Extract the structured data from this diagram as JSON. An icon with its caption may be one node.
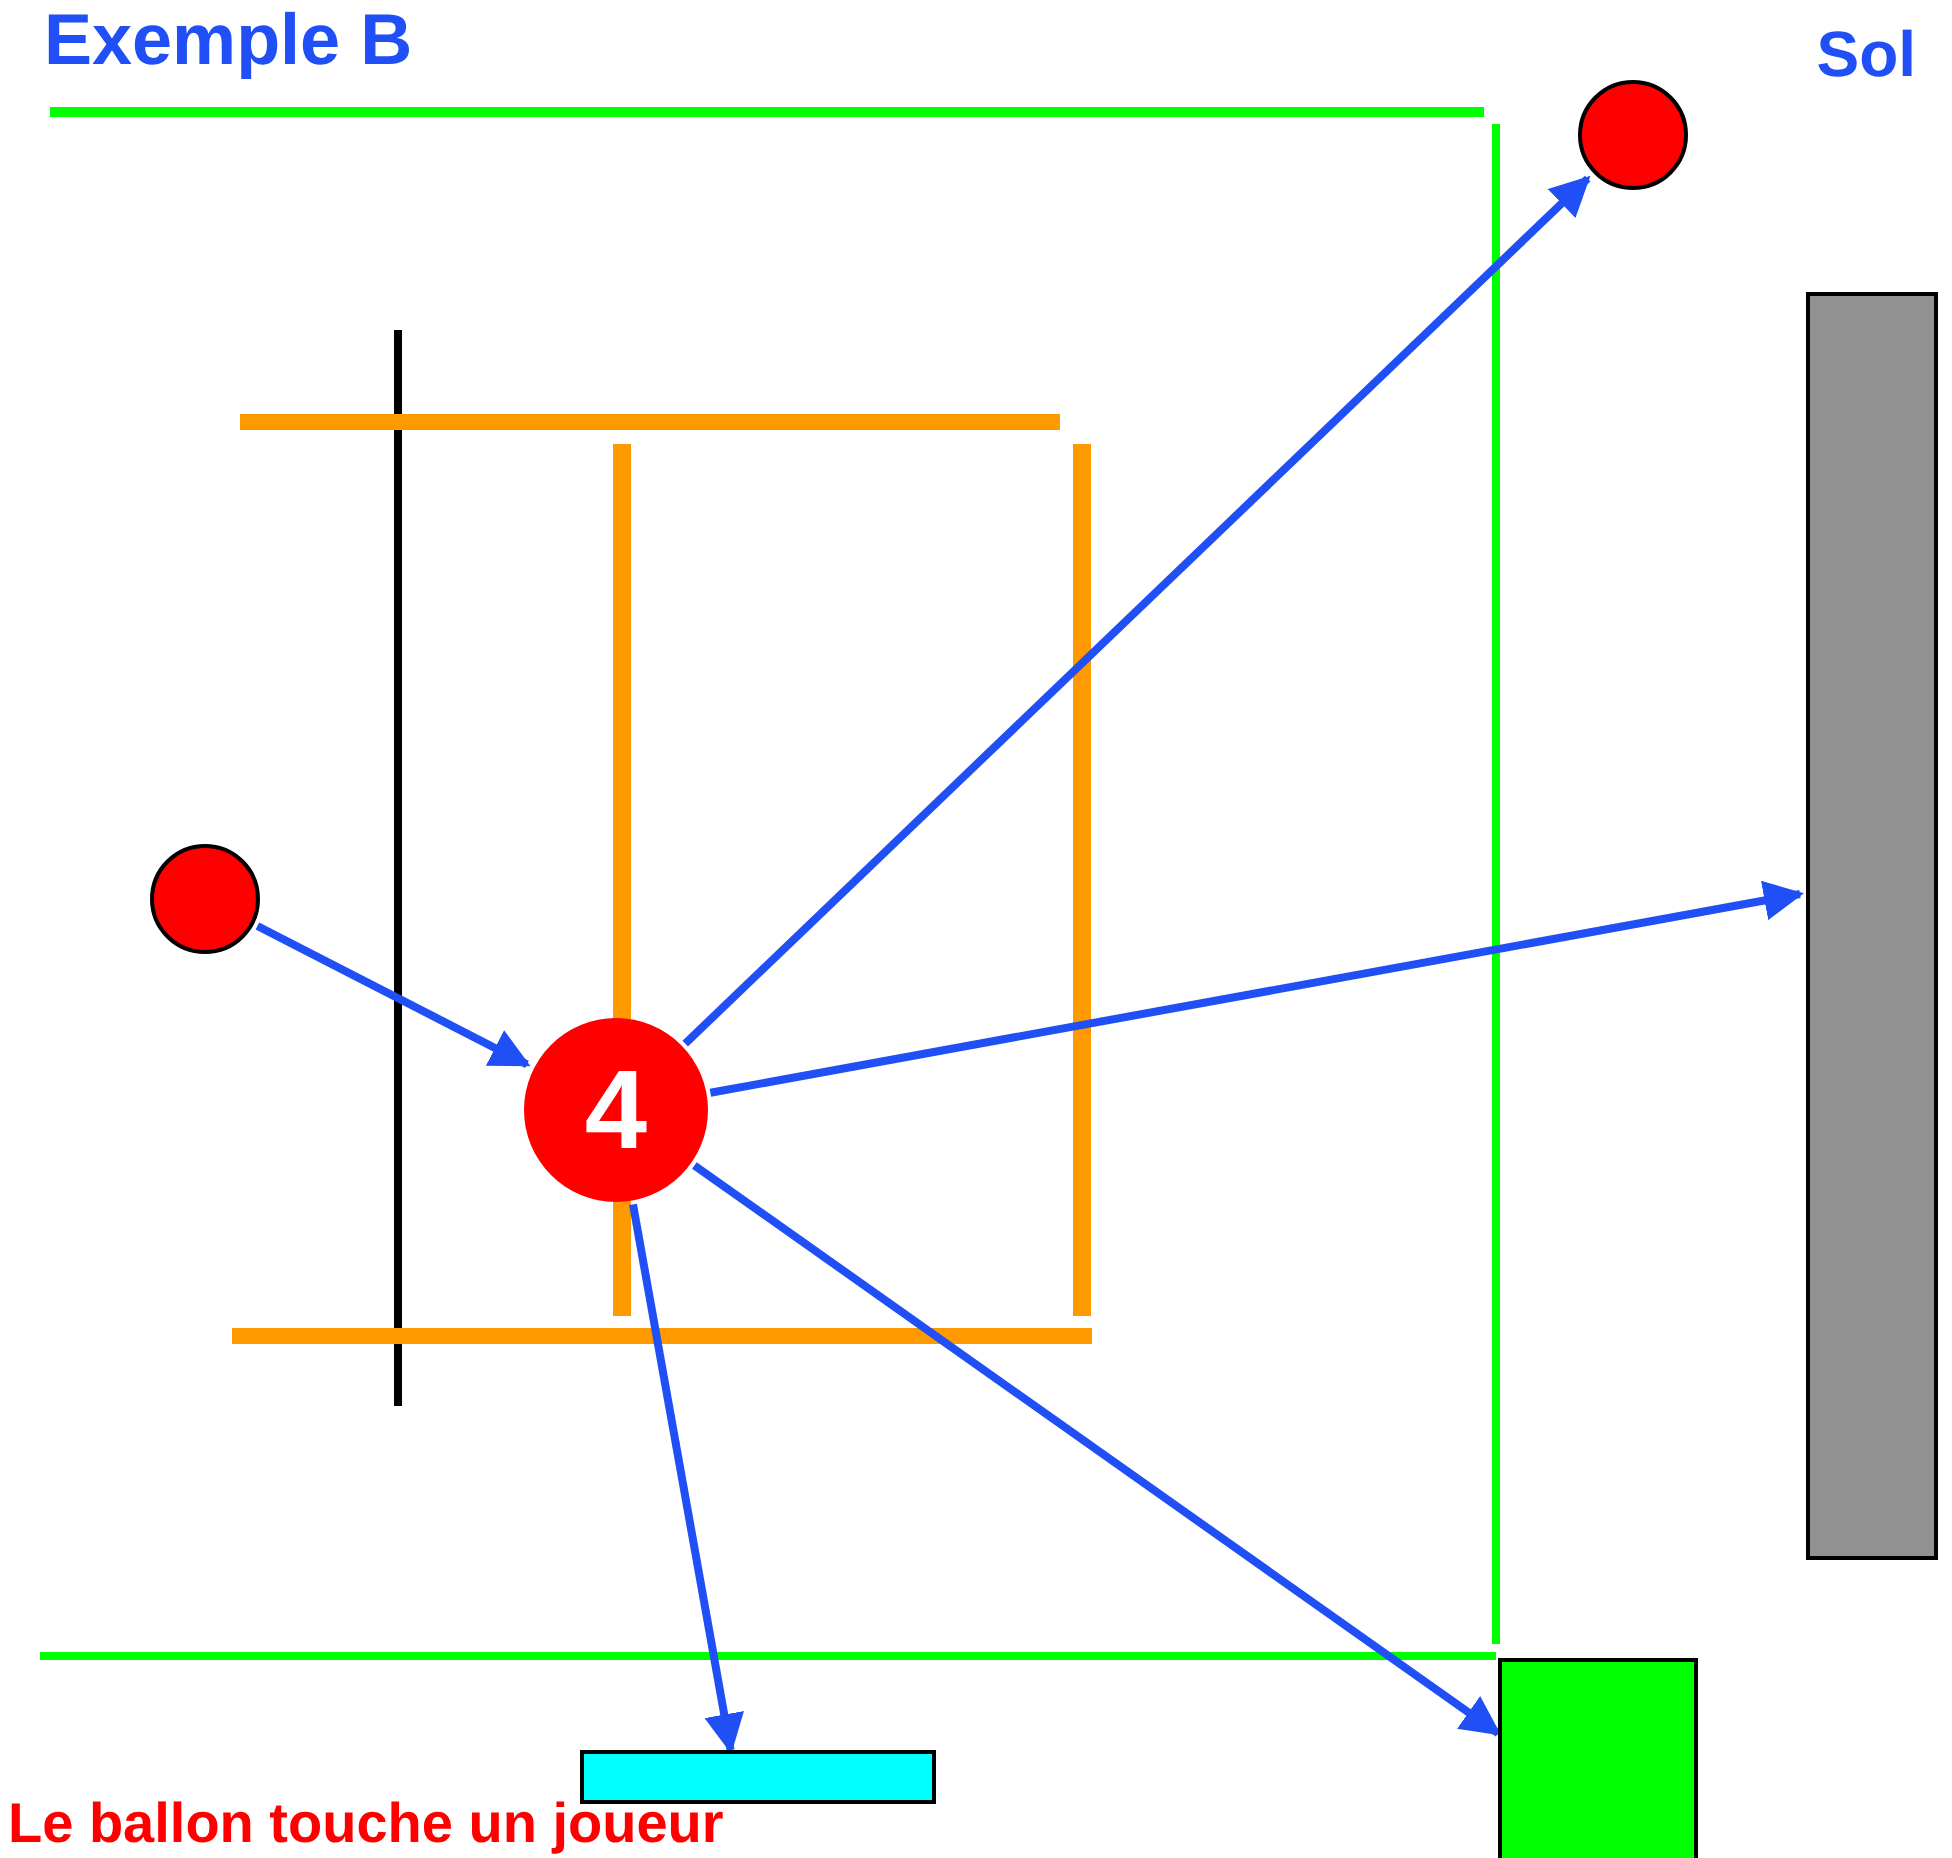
{
  "diagram": {
    "title": "Exemple B",
    "nodes": [
      {
        "text": [],
        "shape": "circle"
      },
      {
        "text": [
          "4"
        ]
      },
      {
        "text": [],
        "shape": "circle"
      },
      {
        "text": [],
        "shape": "bar"
      },
      {
        "text": [],
        "shape": "box"
      },
      {
        "text": [],
        "shape": "bar"
      }
    ],
    "edges": [
      {
        "from": 0,
        "to": 1,
        "arrow": "to"
      },
      {
        "from": 1,
        "to": 2,
        "arrow": "to"
      },
      {
        "from": 1,
        "to": 3,
        "arrow": "to"
      },
      {
        "from": 1,
        "to": 4,
        "arrow": "to"
      },
      {
        "from": 1,
        "to": 5,
        "arrow": "to"
      }
    ],
    "labels": [
      "Sol",
      "Le ballon touche un joueur"
    ]
  }
}
